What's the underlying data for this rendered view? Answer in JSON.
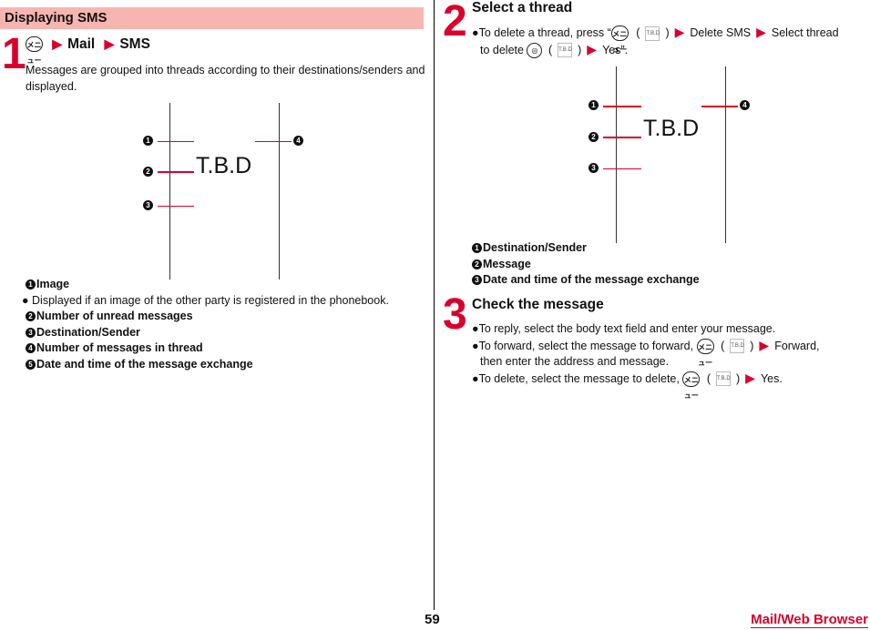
{
  "section_title": "Displaying SMS",
  "step1": {
    "num": "1",
    "menu_icon": "メニュー",
    "crumb1": "Mail",
    "crumb2": "SMS",
    "desc": "Messages are grouped into threads according to their destinations/senders and displayed.",
    "tbd": "T.B.D",
    "legend": [
      {
        "n": "1",
        "label": "Image"
      },
      {
        "n": "2",
        "label": "Number of unread messages"
      },
      {
        "n": "3",
        "label": "Destination/Sender"
      },
      {
        "n": "4",
        "label": "Number of messages in thread"
      },
      {
        "n": "5",
        "label": "Date and time of the message exchange"
      }
    ],
    "image_note": "Displayed if an image of the other party is registered in the phonebook."
  },
  "step2": {
    "num": "2",
    "title": "Select a thread",
    "b1_part1": "To delete a thread, press “",
    "b1_paren_open": "(",
    "b1_paren_close": ")",
    "b1_part2": "Delete SMS",
    "b1_part3": "Select thread",
    "b1_line2": "to delete",
    "b1_part4": "Yes”.",
    "tbd": "T.B.D",
    "legend": [
      {
        "n": "1",
        "label": "Destination/Sender"
      },
      {
        "n": "2",
        "label": "Message"
      },
      {
        "n": "3",
        "label": "Date and time of the message exchange"
      }
    ]
  },
  "step3": {
    "num": "3",
    "title": "Check the message",
    "b1": "To reply, select the body text field and enter your message.",
    "b2_part1": "To forward, select the message to forward,",
    "b2_part2": "Forward,",
    "b2_line2": "then enter the address and message.",
    "b3_part1": "To delete, select the message to delete,",
    "b3_part2": "Yes."
  },
  "icons": {
    "tbd_small": "T.B.D",
    "camera": "◎"
  },
  "footer": {
    "page": "59",
    "chapter": "Mail/Web Browser"
  },
  "colors": {
    "accent": "#d9002b",
    "header_bg": "#f7b5b0"
  }
}
